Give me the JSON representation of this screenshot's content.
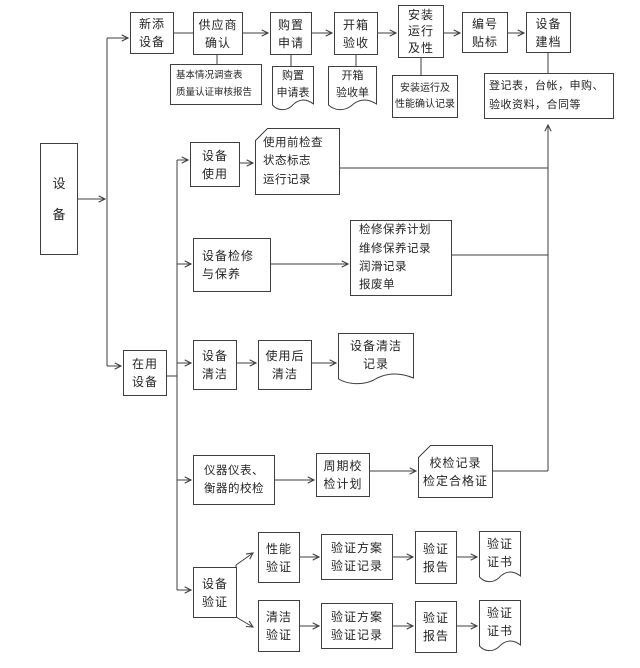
{
  "palette": {
    "background": "#ffffff",
    "line": "#3f3f3f",
    "text": "#262626"
  },
  "flowchart": {
    "root": "设\n备",
    "new_flow": {
      "new_equipment": "新添\n设备",
      "supplier_confirmation": "供应商\n确认",
      "purchase_application": "购置\n申请",
      "unpacking_acceptance": "开箱\n验收",
      "installation_operation": "安装\n运行\n及性",
      "numbering_labeling": "编号\n贴标",
      "equipment_filing": "设备\n建档",
      "basic_survey_docs": "基本情况调查表\n质量认证审核报告",
      "purchase_application_form": "购置\n申请表",
      "unpacking_acceptance_form": "开箱\n验收单",
      "installation_confirmation_record": "安装运行及\n性能确认记录",
      "filing_documents": "登记表，台帐，申购、验收资料，合同等"
    },
    "in_use_flow": {
      "in_use_equipment": "在用\n设备",
      "usage": {
        "step": "设备\n使用",
        "records": "使用前检查\n状态标志\n运行记录"
      },
      "maintenance": {
        "step": "设备检修\n与保养",
        "records": "检修保养计划\n维修保养记录\n润滑记录\n报废单"
      },
      "cleaning": {
        "step": "设备\n清洁",
        "after_use": "使用后\n清洁",
        "record": "设备清洁\n记录"
      },
      "calibration": {
        "step": "仪器仪表、\n衡器的校检",
        "plan": "周期校\n检计划",
        "records": "校检记录\n检定合格证"
      },
      "validation": {
        "step": "设备\n验证",
        "performance": {
          "step": "性能\n验证",
          "plan_record": "验证方案\n验证记录",
          "report": "验证\n报告",
          "certificate": "验证\n证书"
        },
        "cleaning": {
          "step": "清洁\n验证",
          "plan_record": "验证方案\n验证记录",
          "report": "验证\n报告",
          "certificate": "验证\n证书"
        }
      }
    }
  }
}
